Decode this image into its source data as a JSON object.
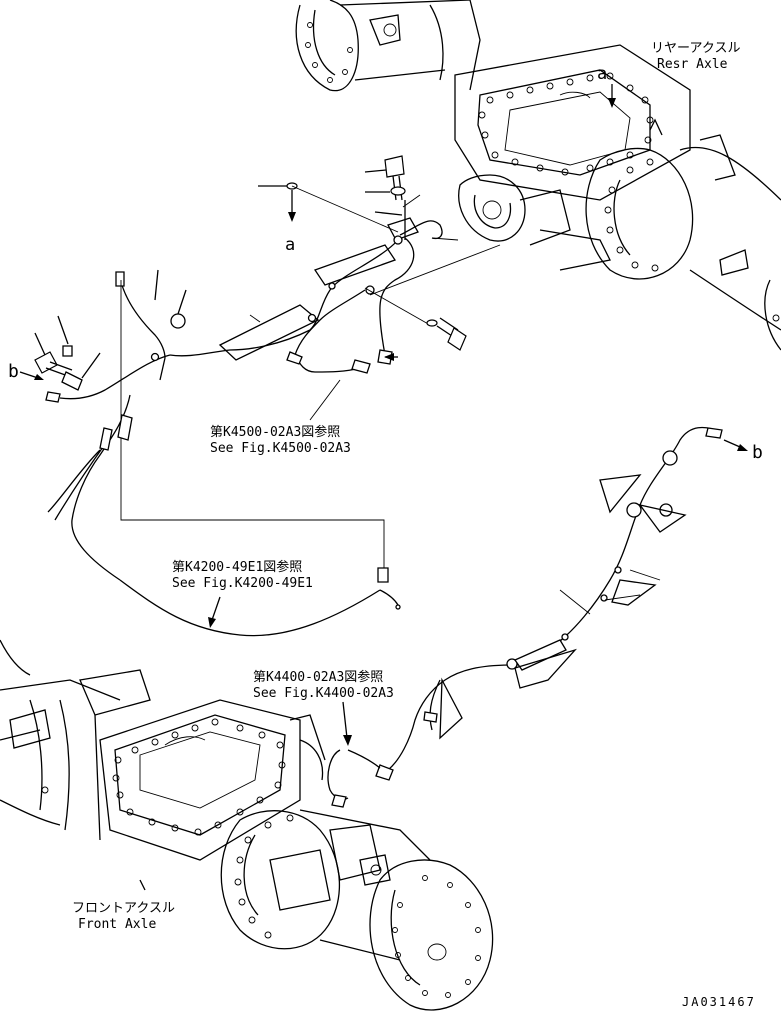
{
  "labels": {
    "rear_axle_jp": "リヤーアクスル",
    "rear_axle_en": "Resr Axle",
    "front_axle_jp": "フロントアクスル",
    "front_axle_en": "Front Axle",
    "ref_k4500_jp": "第K4500-02A3図参照",
    "ref_k4500_en": "See Fig.K4500-02A3",
    "ref_k4200_jp": "第K4200-49E1図参照",
    "ref_k4200_en": "See Fig.K4200-49E1",
    "ref_k4400_jp": "第K4400-02A3図参照",
    "ref_k4400_en": "See Fig.K4400-02A3",
    "marker_a": "a",
    "marker_b": "b",
    "drawing_code": "JA031467"
  }
}
